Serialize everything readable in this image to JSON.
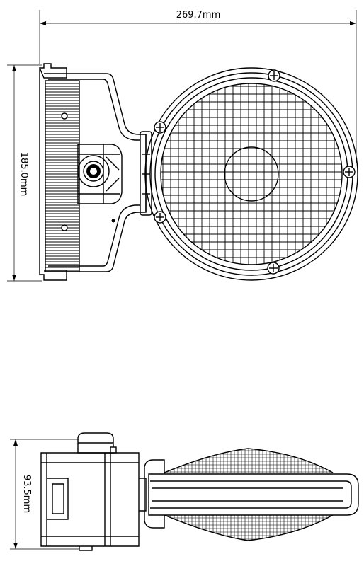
{
  "dimensions": {
    "width": "269.7mm",
    "height": "185.0mm",
    "depth": "93.5mm"
  },
  "colors": {
    "line": "#000000",
    "background": "#ffffff"
  }
}
